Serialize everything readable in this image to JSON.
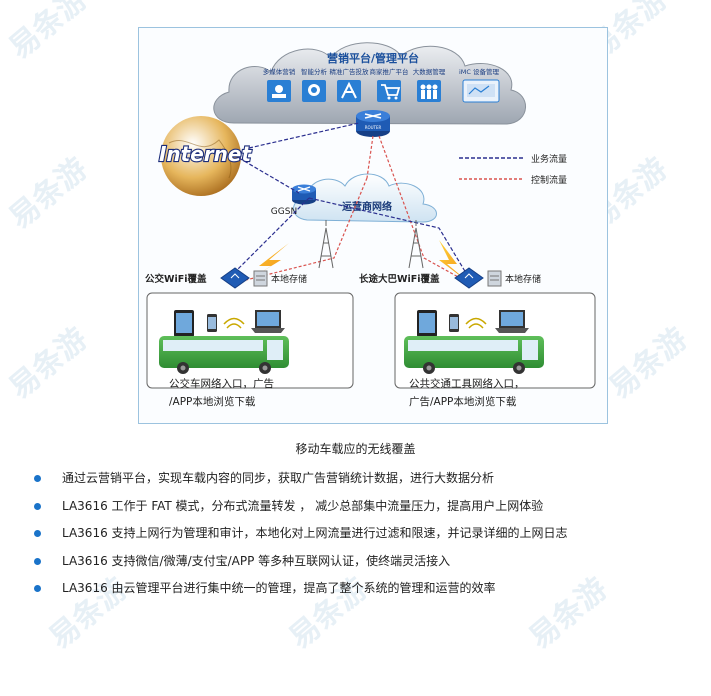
{
  "figure": {
    "cloud_title": "营销平台/管理平台",
    "services": [
      {
        "label": "多媒体营销",
        "icon": "media-marketing-icon"
      },
      {
        "label": "智能分析",
        "icon": "smart-analysis-icon"
      },
      {
        "label": "精准广告投放",
        "icon": "ad-delivery-icon"
      },
      {
        "label": "商家推广平台",
        "icon": "merchant-promo-icon"
      },
      {
        "label": "大数据管理",
        "icon": "big-data-icon"
      },
      {
        "label": "iMC 设备管理",
        "icon": "device-management-icon"
      }
    ],
    "router_label": "ROUTER",
    "internet_label": "Internet",
    "ggsn_label": "GGSN",
    "operator_label": "运营商网络",
    "legend": {
      "business": "业务流量",
      "control": "控制流量",
      "business_color": "#2b2f8f",
      "control_color": "#d9534f"
    },
    "left_wifi_label": "公交WiFi覆盖",
    "right_wifi_label": "长途大巴WiFi覆盖",
    "local_storage": "本地存储",
    "left_desc_line1": "公交车网络入口，广告",
    "left_desc_line2": "/APP本地浏览下载",
    "right_desc_line1": "公共交通工具网络入口，",
    "right_desc_line2": "广告/APP本地浏览下载"
  },
  "caption": "移动车载应的无线覆盖",
  "bullets": [
    "通过云营销平台，实现车载内容的同步，获取广告营销统计数据，进行大数据分析",
    "LA3616 工作于 FAT 模式，分布式流量转发 ， 减少总部集中流量压力，提高用户上网体验",
    "LA3616 支持上网行为管理和审计，本地化对上网流量进行过滤和限速，并记录详细的上网日志",
    "LA3616 支持微信/微薄/支付宝/APP 等多种互联网认证，使终端灵活接入",
    "LA3616 由云管理平台进行集中统一的管理，提高了整个系统的管理和运营的效率"
  ],
  "watermark_text": "易条游"
}
